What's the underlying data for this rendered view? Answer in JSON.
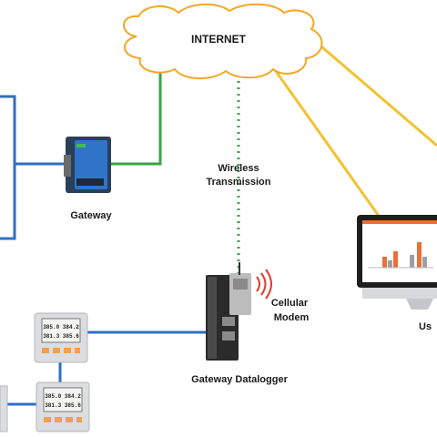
{
  "diagram": {
    "internet_label": "INTERNET",
    "wireless_label_line1": "Wireless",
    "wireless_label_line2": "Transmission",
    "gateway_label": "Gateway",
    "cellular_label_line1": "Cellular",
    "cellular_label_line2": "Modem",
    "datalogger_label": "Gateway Datalogger",
    "user_label_partial": "Us",
    "meter_readings": {
      "top_row": "385.0 384.2",
      "bottom_row": "381.3 385.6"
    }
  },
  "colors": {
    "ethernet_line": "#2f6fc4",
    "gateway_link": "#3aa24a",
    "wireless_dotted": "#3aa24a",
    "user_link": "#f2c230",
    "cloud_outline": "#f5a623",
    "chart_bar_orange": "#e8703a",
    "chart_bar_gray": "#9aa0a6"
  }
}
